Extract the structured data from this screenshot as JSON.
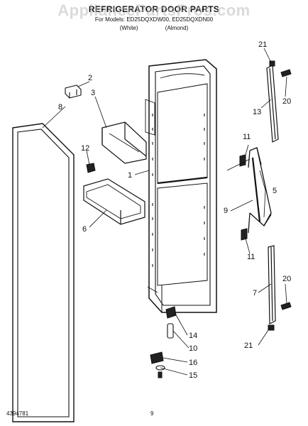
{
  "header": {
    "title": "REFRIGERATOR DOOR PARTS",
    "models_line": "For Models: ED25DQXDW00, ED25DQXDN00",
    "color_white": "(White)",
    "color_almond": "(Almond)",
    "watermark": "AppliancePartsPros.com"
  },
  "footer": {
    "left": "4394781",
    "right": "9"
  },
  "callouts": [
    "1",
    "2",
    "3",
    "5",
    "6",
    "7",
    "8",
    "9",
    "10",
    "11",
    "11",
    "12",
    "13",
    "14",
    "15",
    "16",
    "20",
    "20",
    "21",
    "21"
  ]
}
